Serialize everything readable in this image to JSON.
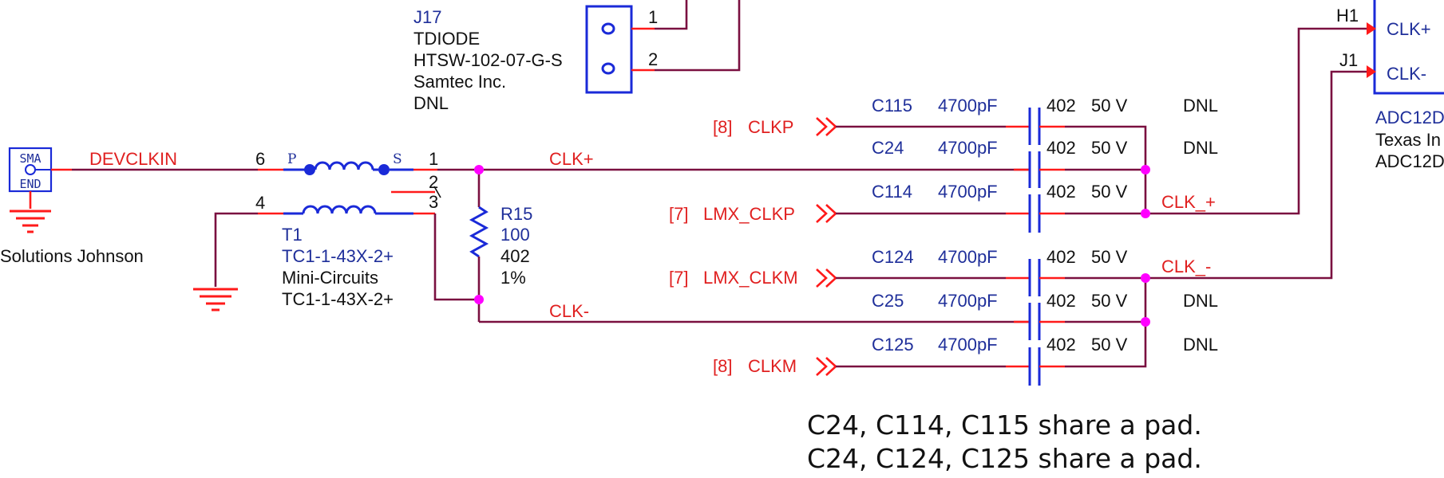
{
  "connector_j17": {
    "ref": "J17",
    "value": "TDIODE",
    "part": "HTSW-102-07-G-S",
    "manufacturer": "Samtec Inc.",
    "note": "DNL",
    "pin1": "1",
    "pin2": "2"
  },
  "sma": {
    "top": "SMA",
    "bottom": "END",
    "vendor": "Solutions Johnson"
  },
  "nets": {
    "devclkin": "DEVCLKIN",
    "clk_plus": "CLK+",
    "clk_minus": "CLK-",
    "clk_under_plus": "CLK_+",
    "clk_under_minus": "CLK_-"
  },
  "transformer_t1": {
    "ref": "T1",
    "value": "TC1-1-43X-2+",
    "manufacturer": "Mini-Circuits",
    "part": "TC1-1-43X-2+",
    "primary_label": "P",
    "secondary_label": "S",
    "pin6": "6",
    "pin4": "4",
    "pin1": "1",
    "pin2": "2",
    "pin3": "3"
  },
  "resistor_r15": {
    "ref": "R15",
    "value": "100",
    "package": "402",
    "tolerance": "1%"
  },
  "ports": {
    "clkp_page": "[8]",
    "clkp_name": "CLKP",
    "lmx_clkp_page": "[7]",
    "lmx_clkp_name": "LMX_CLKP",
    "lmx_clkm_page": "[7]",
    "lmx_clkm_name": "LMX_CLKM",
    "clkm_page": "[8]",
    "clkm_name": "CLKM"
  },
  "capacitors": [
    {
      "ref": "C115",
      "value": "4700pF",
      "package": "402",
      "voltage": "50 V",
      "note": "DNL"
    },
    {
      "ref": "C24",
      "value": "4700pF",
      "package": "402",
      "voltage": "50 V",
      "note": "DNL"
    },
    {
      "ref": "C114",
      "value": "4700pF",
      "package": "402",
      "voltage": "50 V",
      "note": ""
    },
    {
      "ref": "C124",
      "value": "4700pF",
      "package": "402",
      "voltage": "50 V",
      "note": ""
    },
    {
      "ref": "C25",
      "value": "4700pF",
      "package": "402",
      "voltage": "50 V",
      "note": "DNL"
    },
    {
      "ref": "C125",
      "value": "4700pF",
      "package": "402",
      "voltage": "50 V",
      "note": "DNL"
    }
  ],
  "adc": {
    "pin_h1": "H1",
    "pin_j1": "J1",
    "pin_clkp": "CLK+",
    "pin_clkm": "CLK-",
    "ref": "ADC12D",
    "manufacturer": "Texas In",
    "part": "ADC12D"
  },
  "notes": {
    "line1": "C24, C114, C115 share a pad.",
    "line2": "C24, C124, C125 share a pad."
  },
  "colors": {
    "wire": "#7a1040",
    "pin_stub": "#ff1a1a",
    "part_outline": "#1a2ad8",
    "junction": "#ff00ff",
    "net_label": "#e02020",
    "ref_text": "#1f2f9a"
  }
}
